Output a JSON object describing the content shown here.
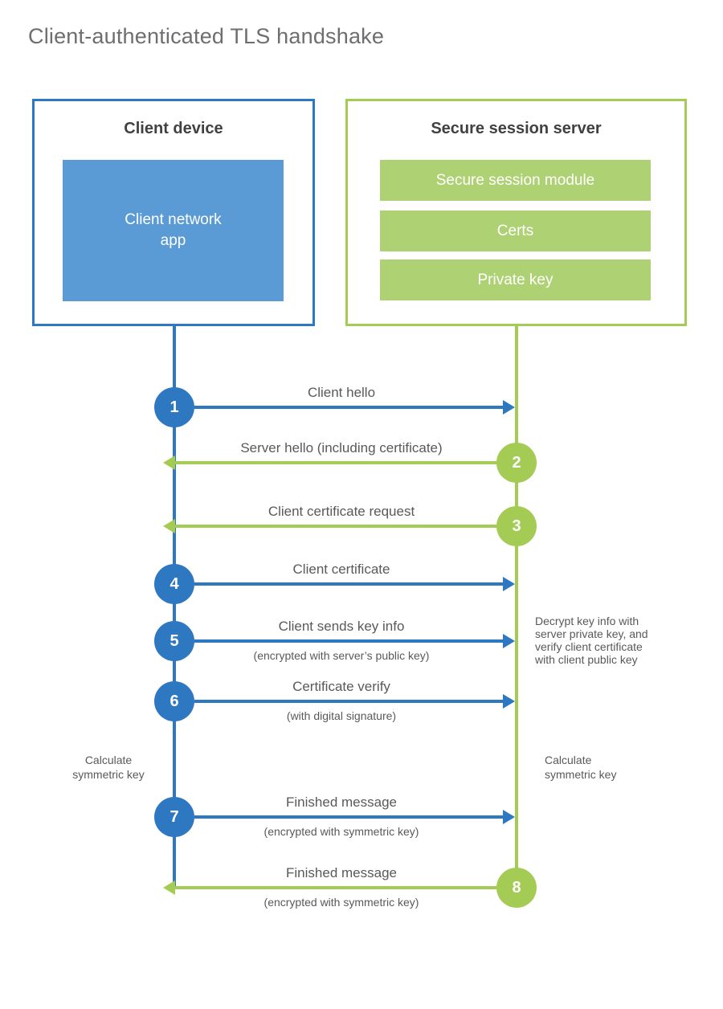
{
  "title": "Client-authenticated TLS handshake",
  "colors": {
    "blue_line": "#2E78C2",
    "blue_fill": "#5B9BD5",
    "green_line": "#A4CB53",
    "green_fill": "#AED173",
    "heading_text": "#414042",
    "label_text": "#58595B",
    "title_text": "#6D6E71"
  },
  "client_box": {
    "title": "Client device",
    "app_label": "Client network\napp"
  },
  "server_box": {
    "title": "Secure session server",
    "modules": [
      "Secure session module",
      "Certs",
      "Private key"
    ]
  },
  "steps": [
    {
      "number": "1",
      "direction": "client-to-server",
      "label": "Client hello",
      "sublabel": ""
    },
    {
      "number": "2",
      "direction": "server-to-client",
      "label": "Server hello (including certificate)",
      "sublabel": ""
    },
    {
      "number": "3",
      "direction": "server-to-client",
      "label": "Client certificate request",
      "sublabel": ""
    },
    {
      "number": "4",
      "direction": "client-to-server",
      "label": "Client certificate",
      "sublabel": ""
    },
    {
      "number": "5",
      "direction": "client-to-server",
      "label": "Client sends key info",
      "sublabel": "(encrypted with server’s public key)"
    },
    {
      "number": "6",
      "direction": "client-to-server",
      "label": "Certificate verify",
      "sublabel": "(with digital signature)"
    },
    {
      "number": "7",
      "direction": "client-to-server",
      "label": "Finished message",
      "sublabel": "(encrypted with symmetric key)"
    },
    {
      "number": "8",
      "direction": "server-to-client",
      "label": "Finished message",
      "sublabel": "(encrypted with symmetric key)"
    }
  ],
  "side_notes": {
    "decrypt": "Decrypt key info with\nserver private key, and\nverify client certificate\nwith client public key",
    "calc_left": "Calculate\nsymmetric key",
    "calc_right": "Calculate\nsymmetric key"
  }
}
